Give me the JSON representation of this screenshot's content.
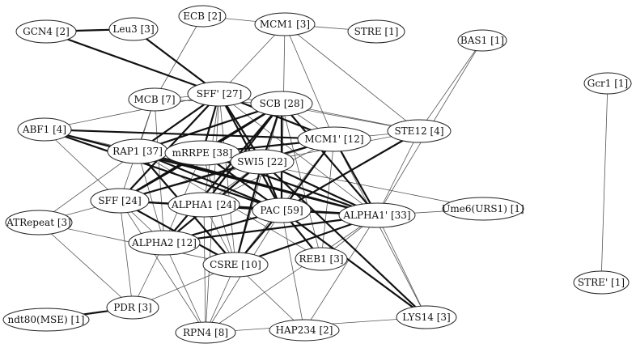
{
  "nodes": [
    {
      "id": "GCN4",
      "label": "GCN4 [2]"
    },
    {
      "id": "Leu3",
      "label": "Leu3 [3]"
    },
    {
      "id": "ECB",
      "label": "ECB [2]"
    },
    {
      "id": "MCM1",
      "label": "MCM1 [3]"
    },
    {
      "id": "STRE",
      "label": "STRE [1]"
    },
    {
      "id": "BAS1",
      "label": "BAS1 [1]"
    },
    {
      "id": "Gcr1",
      "label": "Gcr1 [1]"
    },
    {
      "id": "MCB",
      "label": "MCB [7]"
    },
    {
      "id": "SFFp",
      "label": "SFF' [27]"
    },
    {
      "id": "SCB",
      "label": "SCB [28]"
    },
    {
      "id": "ABF1",
      "label": "ABF1 [4]"
    },
    {
      "id": "MCM1p",
      "label": "MCM1' [12]"
    },
    {
      "id": "STE12",
      "label": "STE12 [4]"
    },
    {
      "id": "RAP1",
      "label": "RAP1 [37]"
    },
    {
      "id": "mRRPE",
      "label": "mRRPE [38]"
    },
    {
      "id": "SWI5",
      "label": "SWI5 [22]"
    },
    {
      "id": "SFF",
      "label": "SFF [24]"
    },
    {
      "id": "ALPHA1",
      "label": "ALPHA1 [24]"
    },
    {
      "id": "PAC",
      "label": "PAC [59]"
    },
    {
      "id": "ALPHA1p",
      "label": "ALPHA1' [33]"
    },
    {
      "id": "Ume6",
      "label": "Ume6(URS1) [1]"
    },
    {
      "id": "ATRepeat",
      "label": "ATRepeat [3]"
    },
    {
      "id": "ALPHA2",
      "label": "ALPHA2 [12]"
    },
    {
      "id": "CSRE",
      "label": "CSRE [10]"
    },
    {
      "id": "REB1",
      "label": "REB1 [3]"
    },
    {
      "id": "STREp",
      "label": "STRE' [1]"
    },
    {
      "id": "PDR",
      "label": "PDR [3]"
    },
    {
      "id": "ndt80",
      "label": "ndt80(MSE) [1]"
    },
    {
      "id": "RPN4",
      "label": "RPN4 [8]"
    },
    {
      "id": "HAP234",
      "label": "HAP234 [2]"
    },
    {
      "id": "LYS14",
      "label": "LYS14 [3]"
    }
  ],
  "edges": [
    {
      "a": "GCN4",
      "b": "Leu3",
      "w": "thick"
    },
    {
      "a": "GCN4",
      "b": "SFFp",
      "w": "thick"
    },
    {
      "a": "Leu3",
      "b": "SFFp",
      "w": "thick"
    },
    {
      "a": "ndt80",
      "b": "PDR",
      "w": "thick"
    },
    {
      "a": "ABF1",
      "b": "ALPHA1p",
      "w": "thick"
    },
    {
      "a": "ABF1",
      "b": "PAC",
      "w": "thick"
    },
    {
      "a": "ABF1",
      "b": "MCM1p",
      "w": "thick"
    },
    {
      "a": "SFFp",
      "b": "RAP1",
      "w": "thick"
    },
    {
      "a": "SFFp",
      "b": "mRRPE",
      "w": "thick"
    },
    {
      "a": "SFFp",
      "b": "SWI5",
      "w": "thick"
    },
    {
      "a": "SFFp",
      "b": "PAC",
      "w": "thick"
    },
    {
      "a": "SCB",
      "b": "RAP1",
      "w": "thick"
    },
    {
      "a": "SCB",
      "b": "mRRPE",
      "w": "thick"
    },
    {
      "a": "SCB",
      "b": "SWI5",
      "w": "thick"
    },
    {
      "a": "SCB",
      "b": "PAC",
      "w": "thick"
    },
    {
      "a": "SCB",
      "b": "ALPHA1p",
      "w": "thick"
    },
    {
      "a": "SCB",
      "b": "SFF",
      "w": "thick"
    },
    {
      "a": "RAP1",
      "b": "ALPHA1p",
      "w": "thick"
    },
    {
      "a": "RAP1",
      "b": "PAC",
      "w": "thick"
    },
    {
      "a": "RAP1",
      "b": "CSRE",
      "w": "thick"
    },
    {
      "a": "RAP1",
      "b": "SWI5",
      "w": "thick"
    },
    {
      "a": "mRRPE",
      "b": "ALPHA1p",
      "w": "thick"
    },
    {
      "a": "mRRPE",
      "b": "PAC",
      "w": "thick"
    },
    {
      "a": "mRRPE",
      "b": "SFF",
      "w": "thick"
    },
    {
      "a": "mRRPE",
      "b": "MCM1p",
      "w": "thick"
    },
    {
      "a": "SWI5",
      "b": "ALPHA1p",
      "w": "thick"
    },
    {
      "a": "SWI5",
      "b": "PAC",
      "w": "thick"
    },
    {
      "a": "SWI5",
      "b": "CSRE",
      "w": "thick"
    },
    {
      "a": "SFF",
      "b": "PAC",
      "w": "thick"
    },
    {
      "a": "SFF",
      "b": "ALPHA1p",
      "w": "thick"
    },
    {
      "a": "SFF",
      "b": "MCM1p",
      "w": "thick"
    },
    {
      "a": "SFF",
      "b": "CSRE",
      "w": "thick"
    },
    {
      "a": "ALPHA1",
      "b": "PAC",
      "w": "thick"
    },
    {
      "a": "ALPHA1",
      "b": "SCB",
      "w": "thick"
    },
    {
      "a": "ALPHA1",
      "b": "ALPHA1p",
      "w": "thick"
    },
    {
      "a": "PAC",
      "b": "ALPHA1p",
      "w": "thick"
    },
    {
      "a": "PAC",
      "b": "LYS14",
      "w": "thick"
    },
    {
      "a": "PAC",
      "b": "MCM1p",
      "w": "thick"
    },
    {
      "a": "PAC",
      "b": "STE12",
      "w": "thick"
    },
    {
      "a": "PAC",
      "b": "ALPHA2",
      "w": "thick"
    },
    {
      "a": "PAC",
      "b": "CSRE",
      "w": "thick"
    },
    {
      "a": "ALPHA1p",
      "b": "MCM1p",
      "w": "thick"
    },
    {
      "a": "ALPHA1p",
      "b": "ALPHA2",
      "w": "thick"
    },
    {
      "a": "ALPHA2",
      "b": "SWI5",
      "w": "thick"
    },
    {
      "a": "ALPHA2",
      "b": "SCB",
      "w": "thick"
    },
    {
      "a": "REB1",
      "b": "PAC",
      "w": "thick"
    },
    {
      "a": "LYS14",
      "b": "SWI5",
      "w": "thick"
    },
    {
      "a": "CSRE",
      "b": "ALPHA1p",
      "w": "thick"
    },
    {
      "a": "SFFp",
      "b": "SFF",
      "w": "thick"
    },
    {
      "a": "SFFp",
      "b": "MCM1p",
      "w": "thick"
    },
    {
      "a": "ECB",
      "b": "MCM1",
      "w": "thin"
    },
    {
      "a": "MCM1",
      "b": "STRE",
      "w": "thin"
    },
    {
      "a": "ECB",
      "b": "MCB",
      "w": "thin"
    },
    {
      "a": "MCM1",
      "b": "SFFp",
      "w": "thin"
    },
    {
      "a": "MCM1",
      "b": "MCM1p",
      "w": "thin"
    },
    {
      "a": "MCM1",
      "b": "STE12",
      "w": "thin"
    },
    {
      "a": "MCM1",
      "b": "PAC",
      "w": "thin"
    },
    {
      "a": "BAS1",
      "b": "STE12",
      "w": "thin"
    },
    {
      "a": "BAS1",
      "b": "ALPHA1p",
      "w": "thin"
    },
    {
      "a": "Gcr1",
      "b": "STREp",
      "w": "thin"
    },
    {
      "a": "MCB",
      "b": "SFFp",
      "w": "thin"
    },
    {
      "a": "MCB",
      "b": "SCB",
      "w": "thin"
    },
    {
      "a": "MCB",
      "b": "RAP1",
      "w": "thin"
    },
    {
      "a": "MCB",
      "b": "SFF",
      "w": "thin"
    },
    {
      "a": "MCB",
      "b": "ALPHA2",
      "w": "thin"
    },
    {
      "a": "ABF1",
      "b": "SFFp",
      "w": "thin"
    },
    {
      "a": "ABF1",
      "b": "SFF",
      "w": "thin"
    },
    {
      "a": "ABF1",
      "b": "RAP1",
      "w": "thin"
    },
    {
      "a": "ATRepeat",
      "b": "SFF",
      "w": "thin"
    },
    {
      "a": "ATRepeat",
      "b": "RAP1",
      "w": "thin"
    },
    {
      "a": "ATRepeat",
      "b": "CSRE",
      "w": "thin"
    },
    {
      "a": "ATRepeat",
      "b": "PDR",
      "w": "thin"
    },
    {
      "a": "SFF",
      "b": "PDR",
      "w": "thin"
    },
    {
      "a": "SFF",
      "b": "RPN4",
      "w": "thin"
    },
    {
      "a": "ALPHA2",
      "b": "PDR",
      "w": "thin"
    },
    {
      "a": "ALPHA2",
      "b": "RPN4",
      "w": "thin"
    },
    {
      "a": "PDR",
      "b": "CSRE",
      "w": "thin"
    },
    {
      "a": "CSRE",
      "b": "RPN4",
      "w": "thin"
    },
    {
      "a": "CSRE",
      "b": "HAP234",
      "w": "thin"
    },
    {
      "a": "RPN4",
      "b": "LYS14",
      "w": "thin"
    },
    {
      "a": "RPN4",
      "b": "ALPHA1",
      "w": "thin"
    },
    {
      "a": "RPN4",
      "b": "SFFp",
      "w": "thin"
    },
    {
      "a": "HAP234",
      "b": "ALPHA1p",
      "w": "thin"
    },
    {
      "a": "REB1",
      "b": "ALPHA1p",
      "w": "thin"
    },
    {
      "a": "REB1",
      "b": "MCM1p",
      "w": "thin"
    },
    {
      "a": "REB1",
      "b": "SCB",
      "w": "thin"
    },
    {
      "a": "LYS14",
      "b": "ALPHA1p",
      "w": "thin"
    },
    {
      "a": "LYS14",
      "b": "MCM1p",
      "w": "thin"
    },
    {
      "a": "Ume6",
      "b": "ALPHA1p",
      "w": "thin"
    },
    {
      "a": "Ume6",
      "b": "mRRPE",
      "w": "thin"
    },
    {
      "a": "STE12",
      "b": "SCB",
      "w": "thin"
    },
    {
      "a": "STE12",
      "b": "MCM1p",
      "w": "thin"
    },
    {
      "a": "STE12",
      "b": "SWI5",
      "w": "thin"
    },
    {
      "a": "STE12",
      "b": "ALPHA1p",
      "w": "thin"
    },
    {
      "a": "STE12",
      "b": "SFFp",
      "w": "thin"
    },
    {
      "a": "SCB",
      "b": "MCM1p",
      "w": "thin"
    },
    {
      "a": "SCB",
      "b": "CSRE",
      "w": "thin"
    },
    {
      "a": "SFFp",
      "b": "ALPHA1",
      "w": "thin"
    },
    {
      "a": "SFFp",
      "b": "ALPHA1p",
      "w": "thin"
    },
    {
      "a": "SFFp",
      "b": "CSRE",
      "w": "thin"
    },
    {
      "a": "RAP1",
      "b": "ALPHA2",
      "w": "thin"
    },
    {
      "a": "RAP1",
      "b": "REB1",
      "w": "thin"
    },
    {
      "a": "mRRPE",
      "b": "CSRE",
      "w": "thin"
    },
    {
      "a": "mRRPE",
      "b": "ALPHA2",
      "w": "thin"
    },
    {
      "a": "SWI5",
      "b": "MCM1p",
      "w": "thin"
    },
    {
      "a": "SWI5",
      "b": "ALPHA1",
      "w": "thin"
    },
    {
      "a": "SFF",
      "b": "ALPHA1",
      "w": "thin"
    },
    {
      "a": "SFF",
      "b": "ALPHA2",
      "w": "thin"
    },
    {
      "a": "SFF",
      "b": "SWI5",
      "w": "thin"
    },
    {
      "a": "ALPHA1",
      "b": "CSRE",
      "w": "thin"
    },
    {
      "a": "ALPHA1",
      "b": "MCM1p",
      "w": "thin"
    },
    {
      "a": "PAC",
      "b": "HAP234",
      "w": "thin"
    },
    {
      "a": "PAC",
      "b": "RPN4",
      "w": "thin"
    },
    {
      "a": "MCM1p",
      "b": "CSRE",
      "w": "thin"
    },
    {
      "a": "ALPHA1p",
      "b": "RPN4",
      "w": "thin"
    }
  ]
}
